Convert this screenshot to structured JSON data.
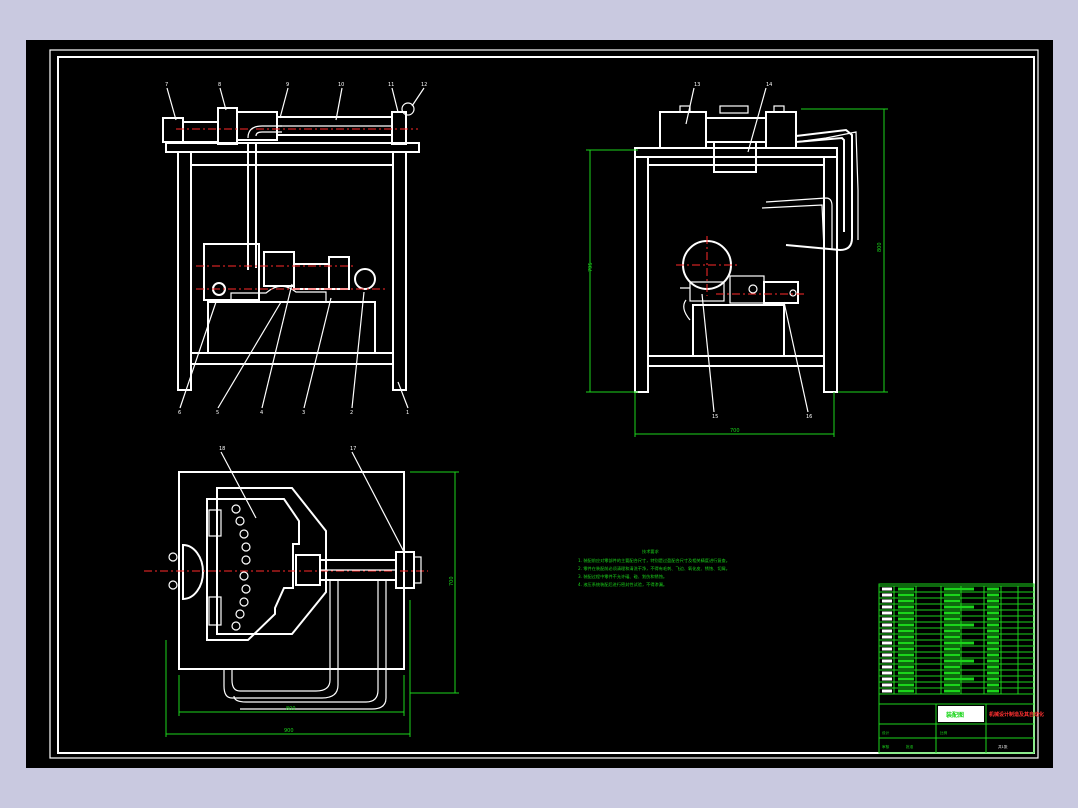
{
  "colors": {
    "background": "#c9c9e0",
    "canvas": "#000000",
    "outline": "#ffffff",
    "dimension": "#1bd51b",
    "centerline": "#ff2a2a",
    "title_red": "#ff3030"
  },
  "front_view": {
    "part_labels_top": [
      "7",
      "8",
      "9",
      "10",
      "11",
      "12"
    ],
    "part_labels_bottom": [
      "6",
      "5",
      "4",
      "3",
      "2",
      "1"
    ]
  },
  "side_view": {
    "part_labels_top": [
      "13",
      "14"
    ],
    "part_labels_bottom": [
      "15",
      "16"
    ],
    "dim_width": "700",
    "dim_height_left": "795",
    "dim_height_right": "800"
  },
  "plan_view": {
    "part_labels": [
      "18",
      "17"
    ],
    "dim_width_inner": "800",
    "dim_width_outer": "900",
    "dim_height": "700"
  },
  "technical_notes": {
    "heading": "技术要求",
    "lines": [
      "1. 装配前应对零部件的主要配合尺寸，特别是过盈配合尺寸及相关精度进行复查。",
      "2. 零件在装配前必须清理和清洗干净，不得有毛刺、飞边、氧化皮、锈蚀、切屑。",
      "3. 装配过程中零件不允许磕、碰、划伤和锈蚀。",
      "4. 液压系统装配后进行密封性试验，不得渗漏。"
    ]
  },
  "title_block": {
    "drawing_title": "装配图",
    "school": "机械设计制造及其自动化",
    "scale_label": "比例",
    "sheet_label": "共1张",
    "designer_label": "设计",
    "checker_label": "审核",
    "approver_label": "批准",
    "parts_rows": 18
  }
}
